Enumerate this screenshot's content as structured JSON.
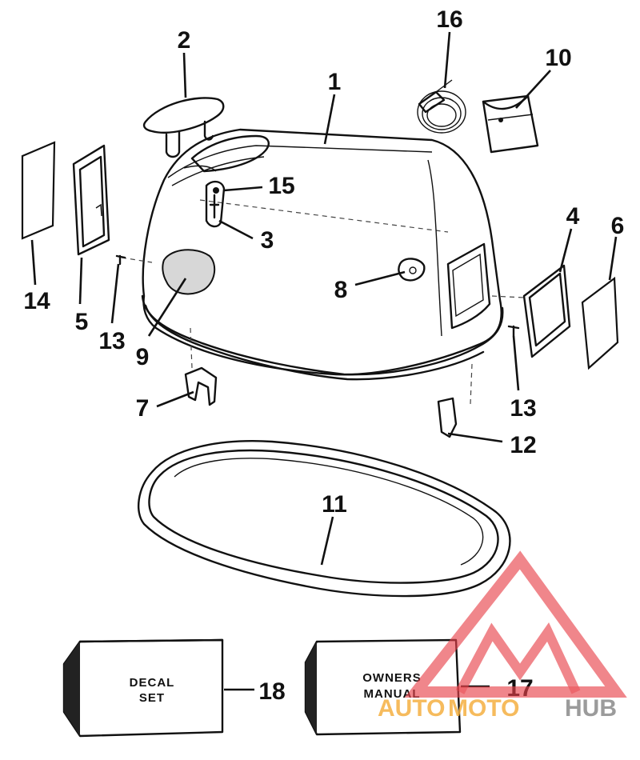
{
  "callouts": {
    "c1": "1",
    "c2": "2",
    "c3": "3",
    "c4": "4",
    "c5": "5",
    "c6": "6",
    "c7": "7",
    "c8": "8",
    "c9": "9",
    "c10": "10",
    "c11": "11",
    "c12": "12",
    "c13a": "13",
    "c13b": "13",
    "c14": "14",
    "c15": "15",
    "c16": "16",
    "c17": "17",
    "c18": "18"
  },
  "boxes": {
    "decal_line1": "DECAL",
    "decal_line2": "SET",
    "manual_line1": "OWNERS",
    "manual_line2": "MANUAL"
  },
  "watermark": {
    "part1": "AUTO",
    "part2": "MOTO",
    "part3": "HUB",
    "color_red": "#e8414a",
    "color_orange": "#f5b041",
    "color_gray": "#8a8a8a"
  }
}
